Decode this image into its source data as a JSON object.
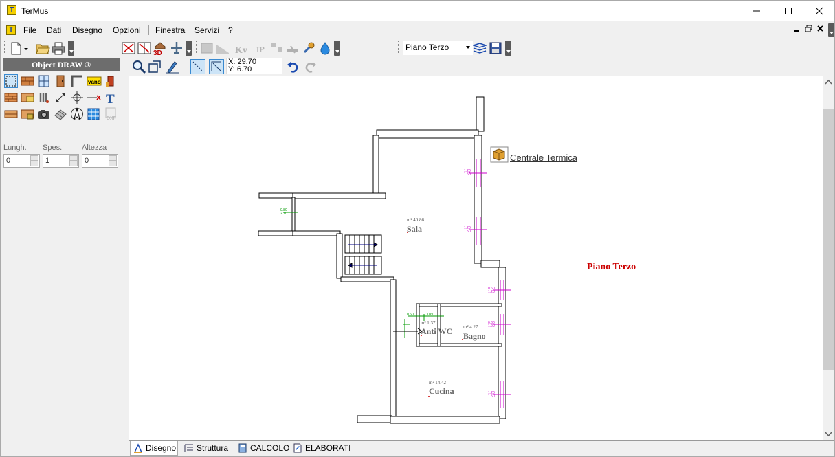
{
  "app": {
    "title": "TerMus"
  },
  "menu": {
    "file": "File",
    "dati": "Dati",
    "disegno": "Disegno",
    "opzioni": "Opzioni",
    "finestra": "Finestra",
    "servizi": "Servizi",
    "help": "?"
  },
  "toolbar": {
    "floor_selected": "Piano Terzo",
    "threeD_label": "3D"
  },
  "panel": {
    "title": "Object DRAW ®",
    "length_label": "Lungh.",
    "length_value": "0",
    "thickness_label": "Spes.",
    "thickness_value": "1",
    "height_label": "Altezza",
    "height_value": "0"
  },
  "coords": {
    "x": "X: 29.70",
    "y": "Y: 6.70"
  },
  "drawing": {
    "floor_label": "Piano Terzo",
    "link_label": "Centrale Termica",
    "rooms": [
      {
        "name": "Sala",
        "area": "m² 40.86"
      },
      {
        "name": "Anti WC",
        "area": "m² 1.37"
      },
      {
        "name": "Bagno",
        "area": "m² 4.27"
      },
      {
        "name": "Cucina",
        "area": "m² 14.42"
      }
    ]
  },
  "tabs": [
    {
      "label": "Disegno"
    },
    {
      "label": "Struttura"
    },
    {
      "label": "CALCOLO"
    },
    {
      "label": "ELABORATI"
    }
  ],
  "colors": {
    "window_magenta": "#cc00cc",
    "door_green": "#009900",
    "floor_label_red": "#cc0000"
  }
}
